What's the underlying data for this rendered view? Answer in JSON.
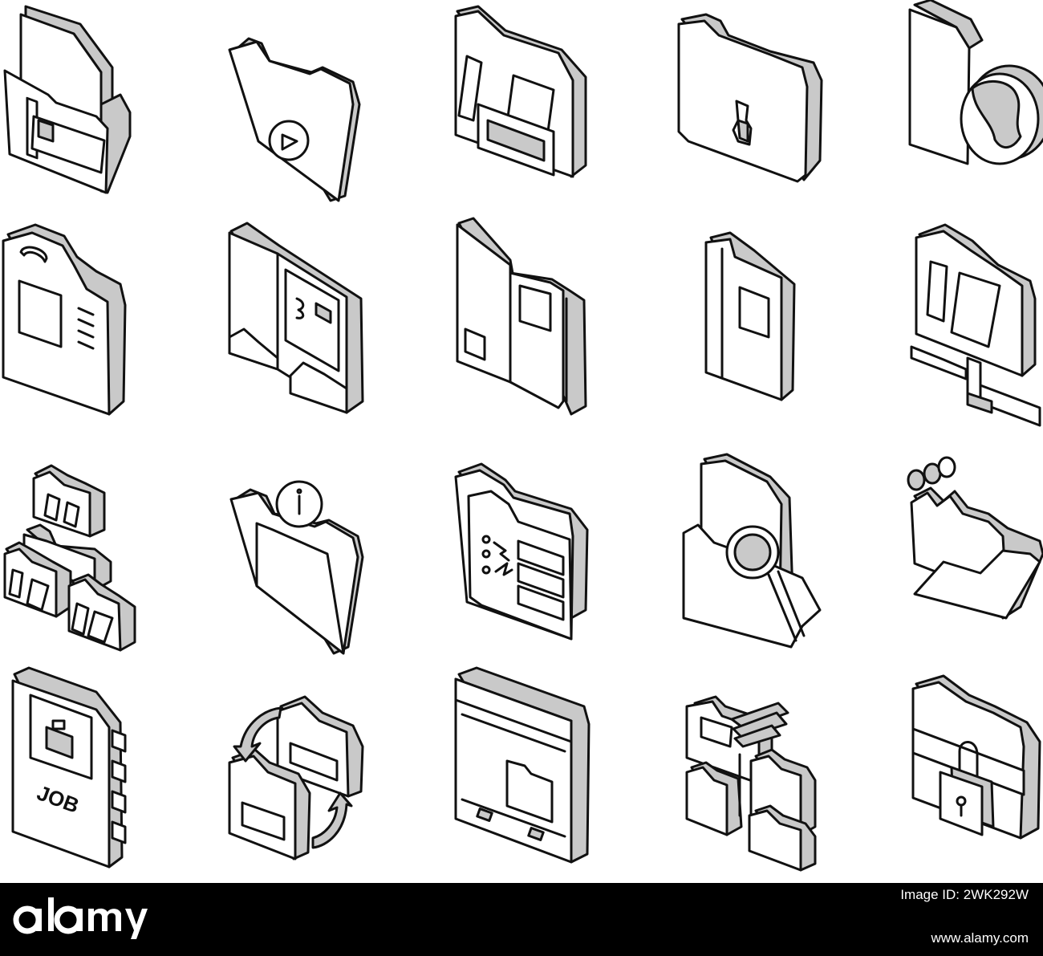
{
  "icon_set": {
    "style": "isometric line icons, black outline, grey sides",
    "colors": {
      "outline": "#111111",
      "face": "#ffffff",
      "side": "#c9c9c9",
      "shadow": "#8e8e8e"
    },
    "rows": [
      [
        "folder-with-document-icon",
        "folder-play-icon",
        "archive-box-folder-icon",
        "folder-portfolio-clip-icon",
        "document-globe-icon"
      ],
      [
        "paper-clip-document-icon",
        "open-folder-documents-icon",
        "binder-folder-icon",
        "document-folder-icon",
        "network-folder-icon"
      ],
      [
        "folder-hierarchy-icon",
        "folder-information-icon",
        "folder-sync-icon",
        "search-folder-icon",
        "damaged-folder-icon"
      ],
      [
        "job-folder-icon",
        "folder-exchange-icon",
        "window-folder-icon",
        "folder-tree-icon",
        "locked-folder-icon"
      ]
    ],
    "job_label": "JOB"
  },
  "watermark": {
    "brand": "alamy",
    "image_id": "Image ID: 2WK292W",
    "website": "www.alamy.com",
    "bar_color": "#000000",
    "text_color": "#ffffff"
  }
}
